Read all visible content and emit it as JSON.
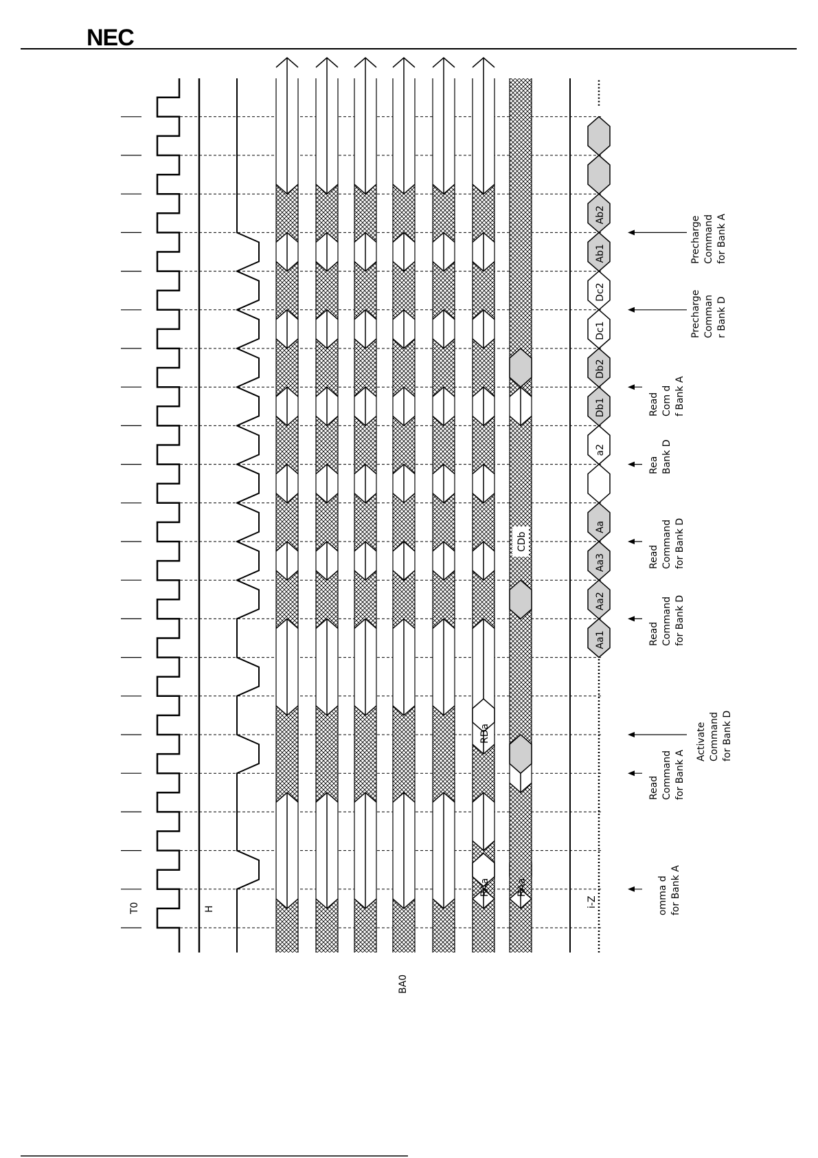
{
  "header": {
    "logo": "NEC"
  },
  "signals": {
    "t0": "T0",
    "high": "H",
    "ba0": "BA0",
    "hiz": "i-Z"
  },
  "address_labels": {
    "row_a_1": "RAa",
    "row_d": "RDa",
    "row_a_2": "RAa",
    "col_d": "CDb"
  },
  "dq_labels": [
    "Aa1",
    "Aa2",
    "Aa3",
    "Aa",
    "a2",
    "Db1",
    "Db2",
    "Dc1",
    "Dc2",
    "Ab1",
    "Ab2"
  ],
  "annotations": {
    "a1": [
      "omma d",
      "for Bank A"
    ],
    "a2": [
      "Read",
      "Command",
      "for Bank A"
    ],
    "a3": [
      "Activate",
      "Command",
      "for Bank D"
    ],
    "a4": [
      "Read",
      "Command",
      "for Bank D"
    ],
    "a5": [
      "Read",
      "Command",
      "for Bank D"
    ],
    "a6": [
      "Rea",
      "Bank D"
    ],
    "a7": [
      "Read",
      "Com      d",
      "f    Bank A"
    ],
    "a8": [
      "Precharge",
      "Comman",
      "r Bank D"
    ],
    "a9": [
      "Precharge",
      "Command",
      "for Bank A"
    ]
  },
  "colors": {
    "ink": "#000000",
    "gray_fill": "#d0d0d0",
    "page": "#ffffff"
  }
}
